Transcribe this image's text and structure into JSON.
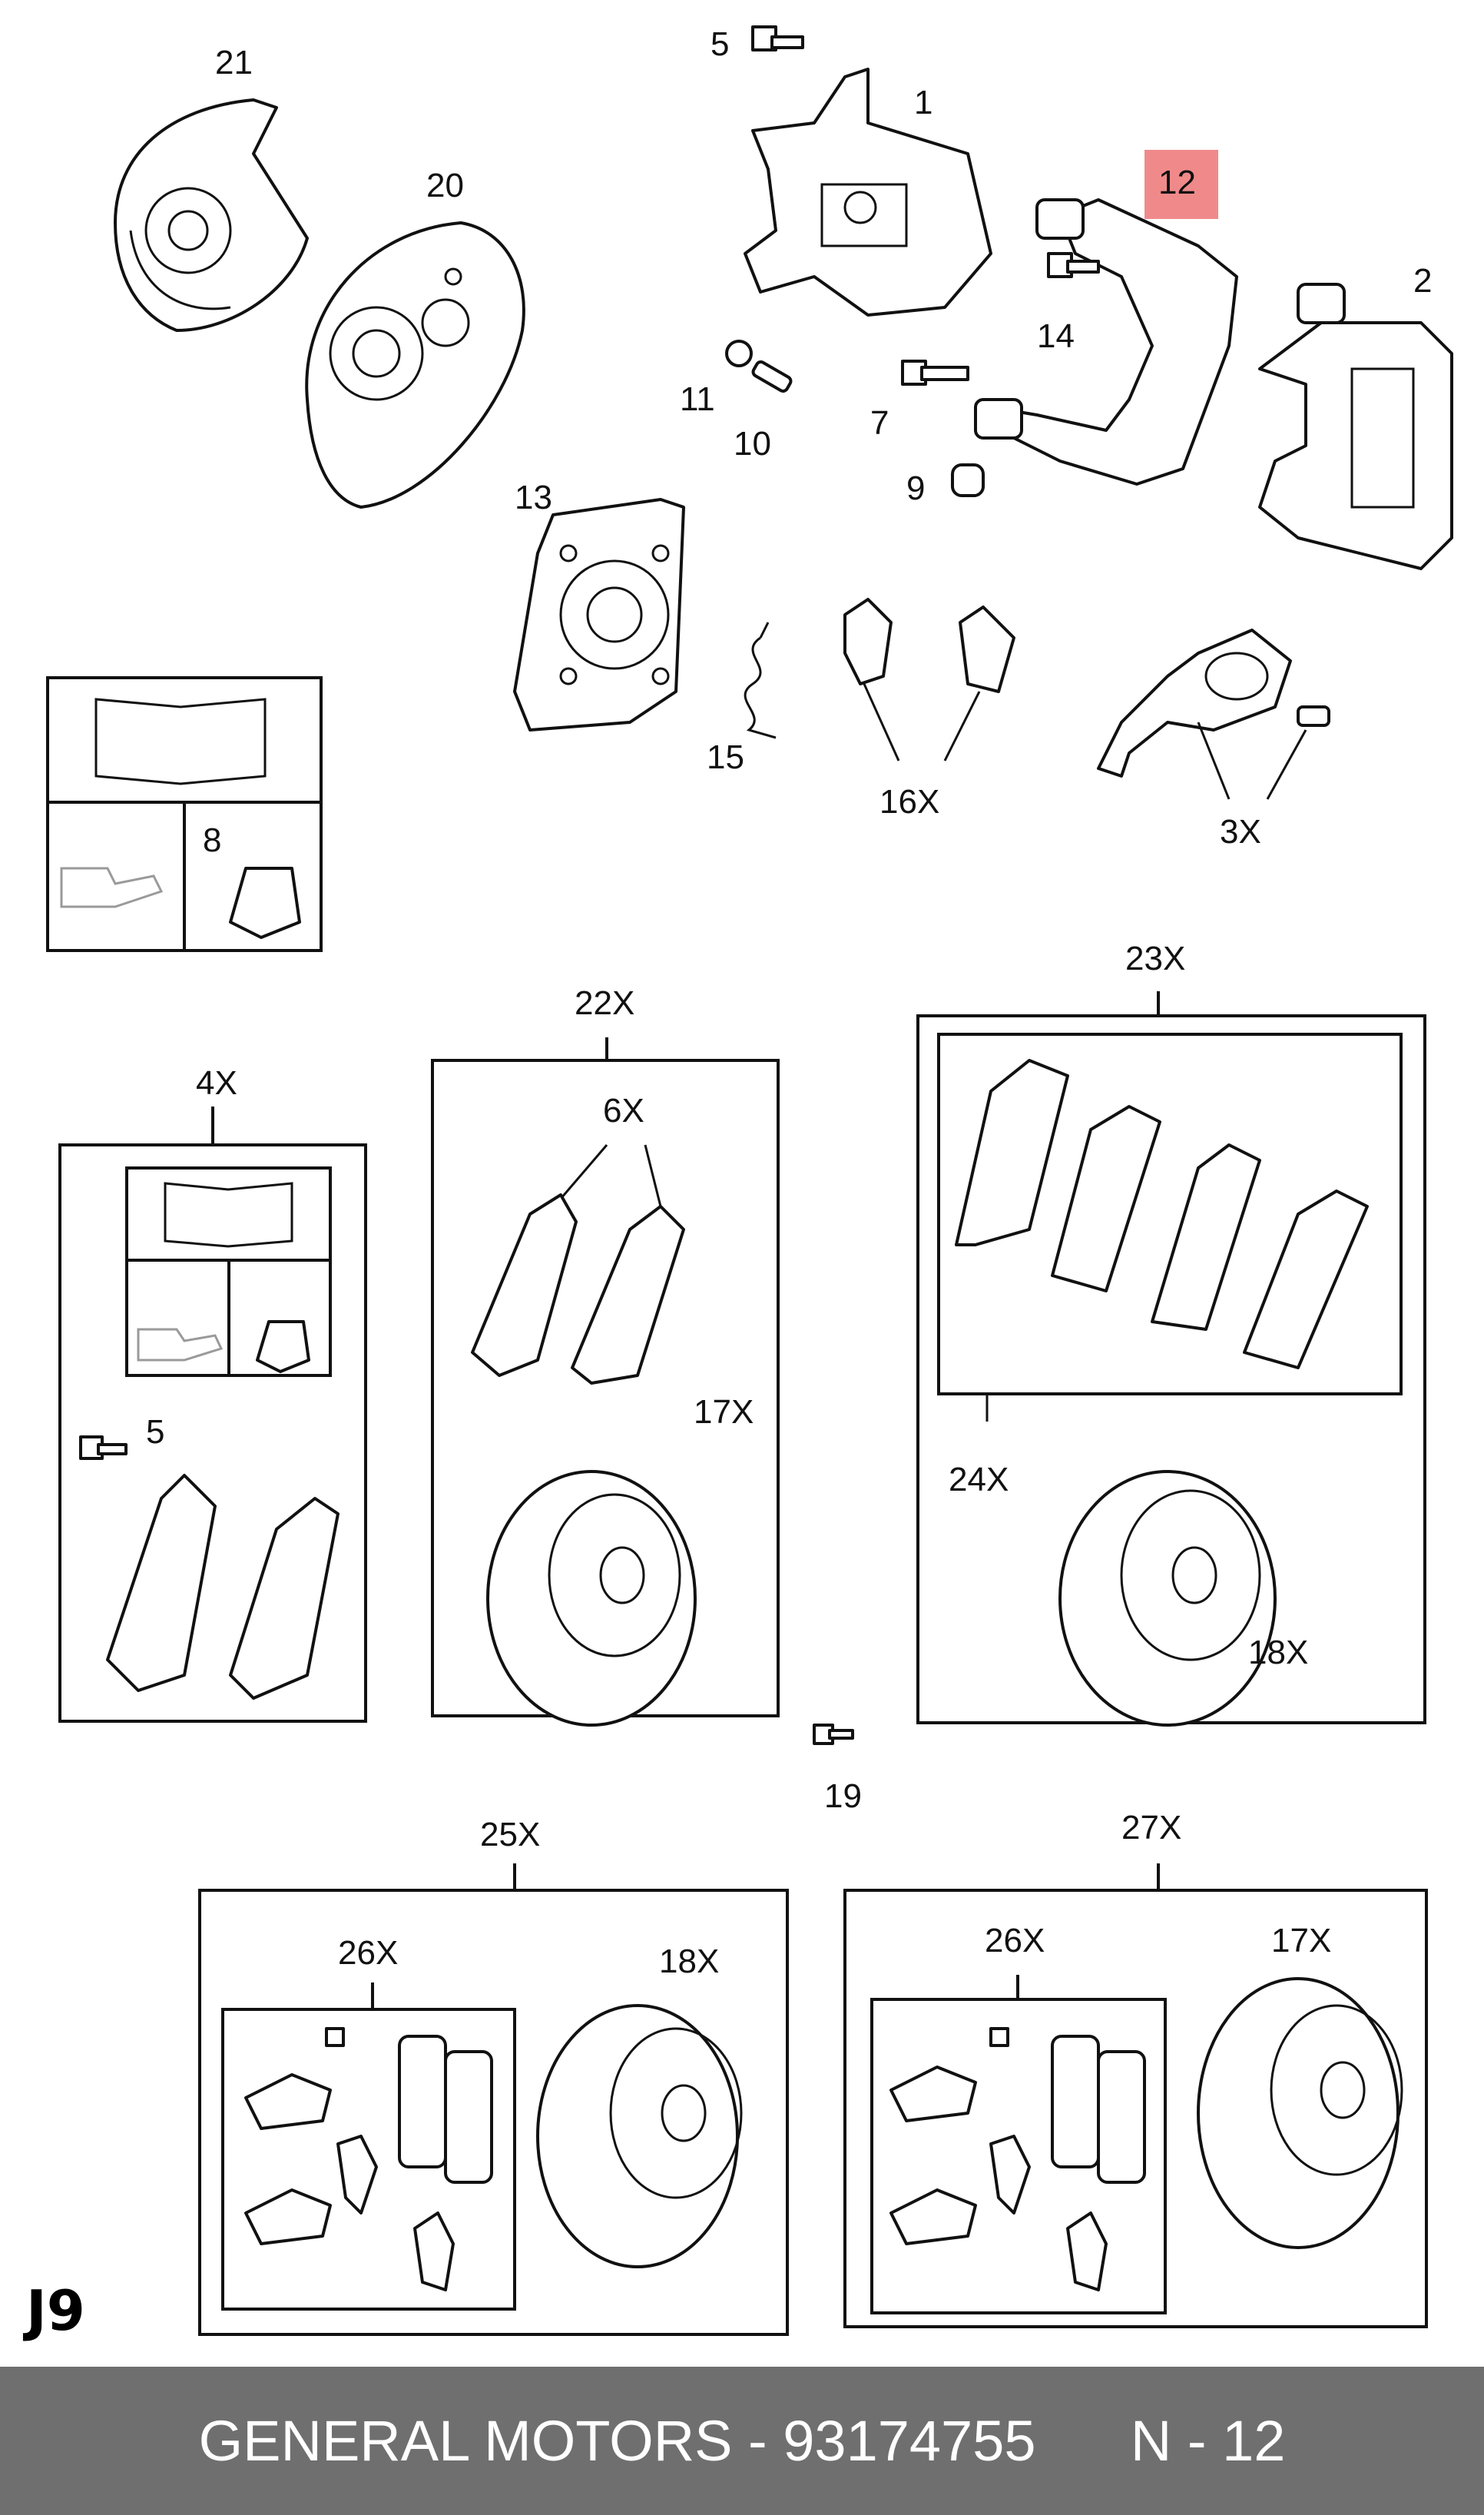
{
  "diagram": {
    "page_code": "J9",
    "highlight_color": "#f08a8a",
    "labels": {
      "l1": "1",
      "l2": "2",
      "l3x": "3X",
      "l4x": "4X",
      "l5a": "5",
      "l5b": "5",
      "l6x": "6X",
      "l7": "7",
      "l8": "8",
      "l9": "9",
      "l10": "10",
      "l11": "11",
      "l12": "12",
      "l13": "13",
      "l14": "14",
      "l15": "15",
      "l16x": "16X",
      "l17x_a": "17X",
      "l17x_b": "17X",
      "l18x_a": "18X",
      "l18x_b": "18X",
      "l19": "19",
      "l20": "20",
      "l21": "21",
      "l22x": "22X",
      "l23x": "23X",
      "l24x": "24X",
      "l25x": "25X",
      "l26x_a": "26X",
      "l26x_b": "26X",
      "l27x": "27X"
    }
  },
  "footer": {
    "brand": "GENERAL MOTORS",
    "part_number": "93174755",
    "ref": "N - 12"
  }
}
